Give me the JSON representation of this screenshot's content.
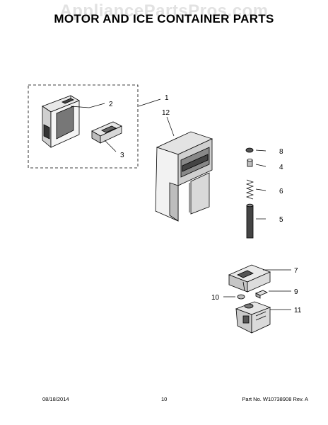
{
  "watermark": "AppliancePartsPros.com",
  "title": "MOTOR AND ICE CONTAINER PARTS",
  "callouts": {
    "c1": "1",
    "c2": "2",
    "c3": "3",
    "c4": "4",
    "c5": "5",
    "c6": "6",
    "c7": "7",
    "c8": "8",
    "c9": "9",
    "c10": "10",
    "c11": "11",
    "c12": "12"
  },
  "footer": {
    "date": "08/18/2014",
    "page": "10",
    "part_number": "Part No. W10738908  Rev. A"
  }
}
